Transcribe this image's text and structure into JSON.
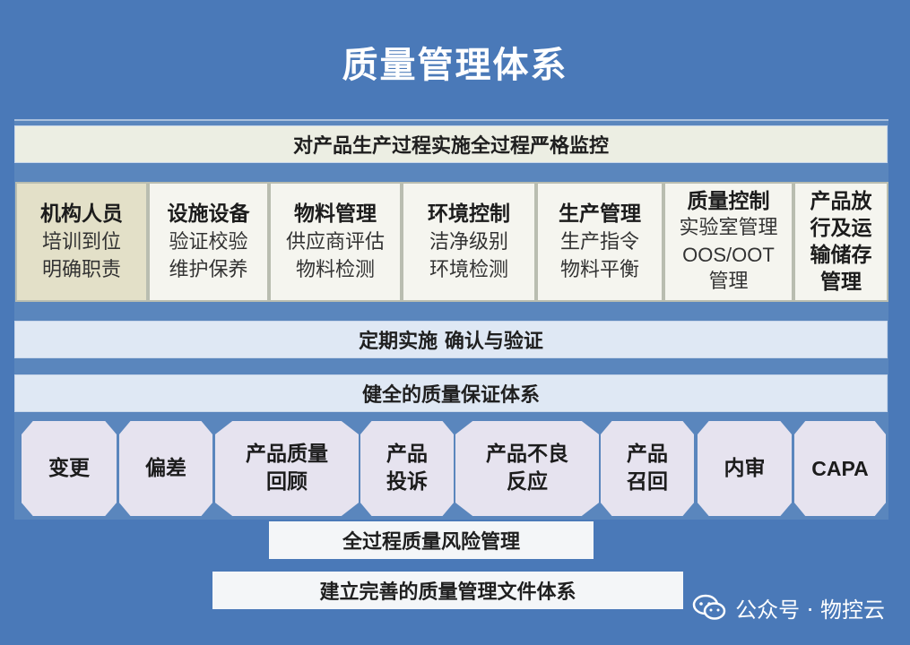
{
  "title": "质量管理体系",
  "top_bar": "对产品生产过程实施全过程严格监控",
  "pillars": [
    {
      "heading": "机构人员",
      "lines": [
        "培训到位",
        "明确职责"
      ]
    },
    {
      "heading": "设施设备",
      "lines": [
        "验证校验",
        "维护保养"
      ]
    },
    {
      "heading": "物料管理",
      "lines": [
        "供应商评估",
        "物料检测"
      ]
    },
    {
      "heading": "环境控制",
      "lines": [
        "洁净级别",
        "环境检测"
      ]
    },
    {
      "heading": "生产管理",
      "lines": [
        "生产指令",
        "物料平衡"
      ]
    },
    {
      "heading": "质量控制",
      "lines": [
        "实验室管理",
        "OOS/OOT",
        "管理"
      ]
    },
    {
      "heading": "产品放",
      "lines": [
        "行及运",
        "输储存",
        "管理"
      ]
    }
  ],
  "mid_bar_1": "定期实施 确认与验证",
  "mid_bar_2": "健全的质量保证体系",
  "elements": [
    {
      "label": "变更"
    },
    {
      "label": "偏差"
    },
    {
      "label": "产品质量\n回顾"
    },
    {
      "label": "产品\n投诉"
    },
    {
      "label": "产品不良\n反应"
    },
    {
      "label": "产品\n召回"
    },
    {
      "label": "内审"
    },
    {
      "label": "CAPA"
    }
  ],
  "bottom_bar_1": "全过程质量风险管理",
  "bottom_bar_2": "建立完善的质量管理文件体系",
  "watermark": "公众号 · 物控云",
  "colors": {
    "background": "#4a79b8",
    "pillar_first": "#e3e0c8",
    "octagon": "#e6e3ef",
    "bar": "#dfe8f4"
  }
}
